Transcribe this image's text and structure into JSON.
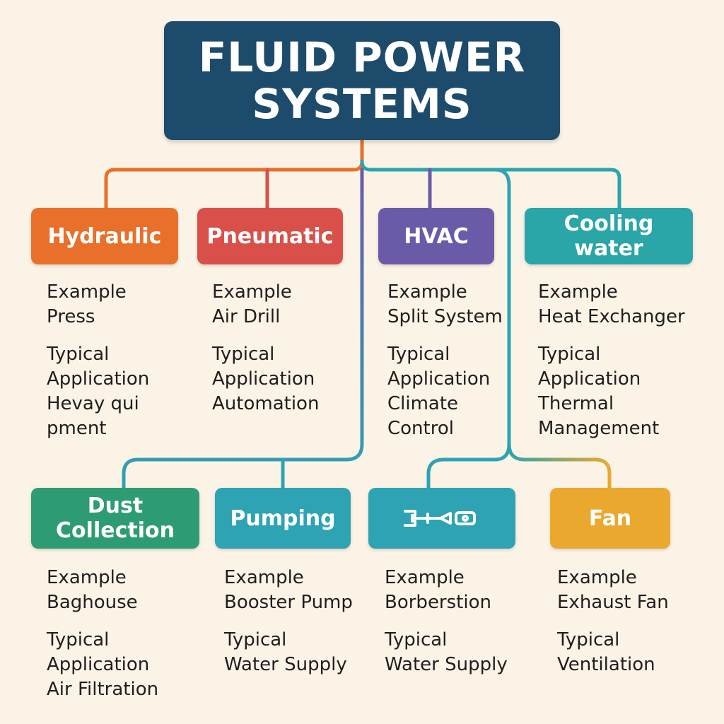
{
  "title": {
    "line1": "FLUID POWER",
    "line2": "SYSTEMS"
  },
  "colors": {
    "root": "#1d4b6b",
    "hydraulic": "#e8702a",
    "pneumatic": "#d9504a",
    "hvac": "#6a5aa8",
    "cooling": "#2aa5a8",
    "dust": "#2e9c73",
    "pumping": "#2ea3b3",
    "unlabeled": "#2ea3b3",
    "fan": "#eaa92e"
  },
  "categories": [
    {
      "key": "hydraulic",
      "label": "Hydraulic",
      "lines": [
        "Example",
        "Press",
        "",
        "Typical",
        "Application",
        "Hevay qui",
        "pment"
      ]
    },
    {
      "key": "pneumatic",
      "label": "Pneumatic",
      "lines": [
        "Example",
        "Air Drill",
        "",
        "Typical",
        "Application",
        "Automation"
      ]
    },
    {
      "key": "hvac",
      "label": "HVAC",
      "lines": [
        "Example",
        "Split System",
        "",
        "Typical",
        "Application",
        "Climate",
        "Control"
      ]
    },
    {
      "key": "cooling",
      "label": "Cooling water",
      "lines": [
        "Example",
        "Heat Exchanger",
        "",
        "Typical",
        "Application",
        "Thermal",
        "Management"
      ]
    },
    {
      "key": "dust",
      "label": "Dust\nCollection",
      "lines": [
        "Example",
        "Baghouse",
        "",
        "Typical",
        "Application",
        "Air Filtration"
      ]
    },
    {
      "key": "pumping",
      "label": "Pumping",
      "lines": [
        "Example",
        "Booster Pump",
        "",
        "Typical",
        "Water Supply"
      ]
    },
    {
      "key": "unlabeled",
      "label": "",
      "icon": "tool-icon",
      "lines": [
        "Example",
        "Borberstion",
        "",
        "Typical",
        "Water Supply"
      ]
    },
    {
      "key": "fan",
      "label": "Fan",
      "lines": [
        "Example",
        "Exhaust Fan",
        "",
        "Typical",
        "Ventilation"
      ]
    }
  ]
}
